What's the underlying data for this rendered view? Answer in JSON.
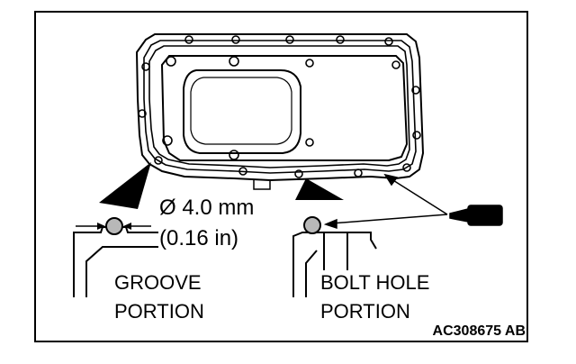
{
  "labels": {
    "diameter_mm": "Ø 4.0 mm",
    "diameter_in": "(0.16 in)",
    "groove_line1": "GROOVE",
    "groove_line2": "PORTION",
    "bolt_line1": "BOLT HOLE",
    "bolt_line2": "PORTION",
    "figure_code": "AC308675 AB"
  },
  "colors": {
    "ink": "#000000",
    "paper": "#ffffff"
  }
}
